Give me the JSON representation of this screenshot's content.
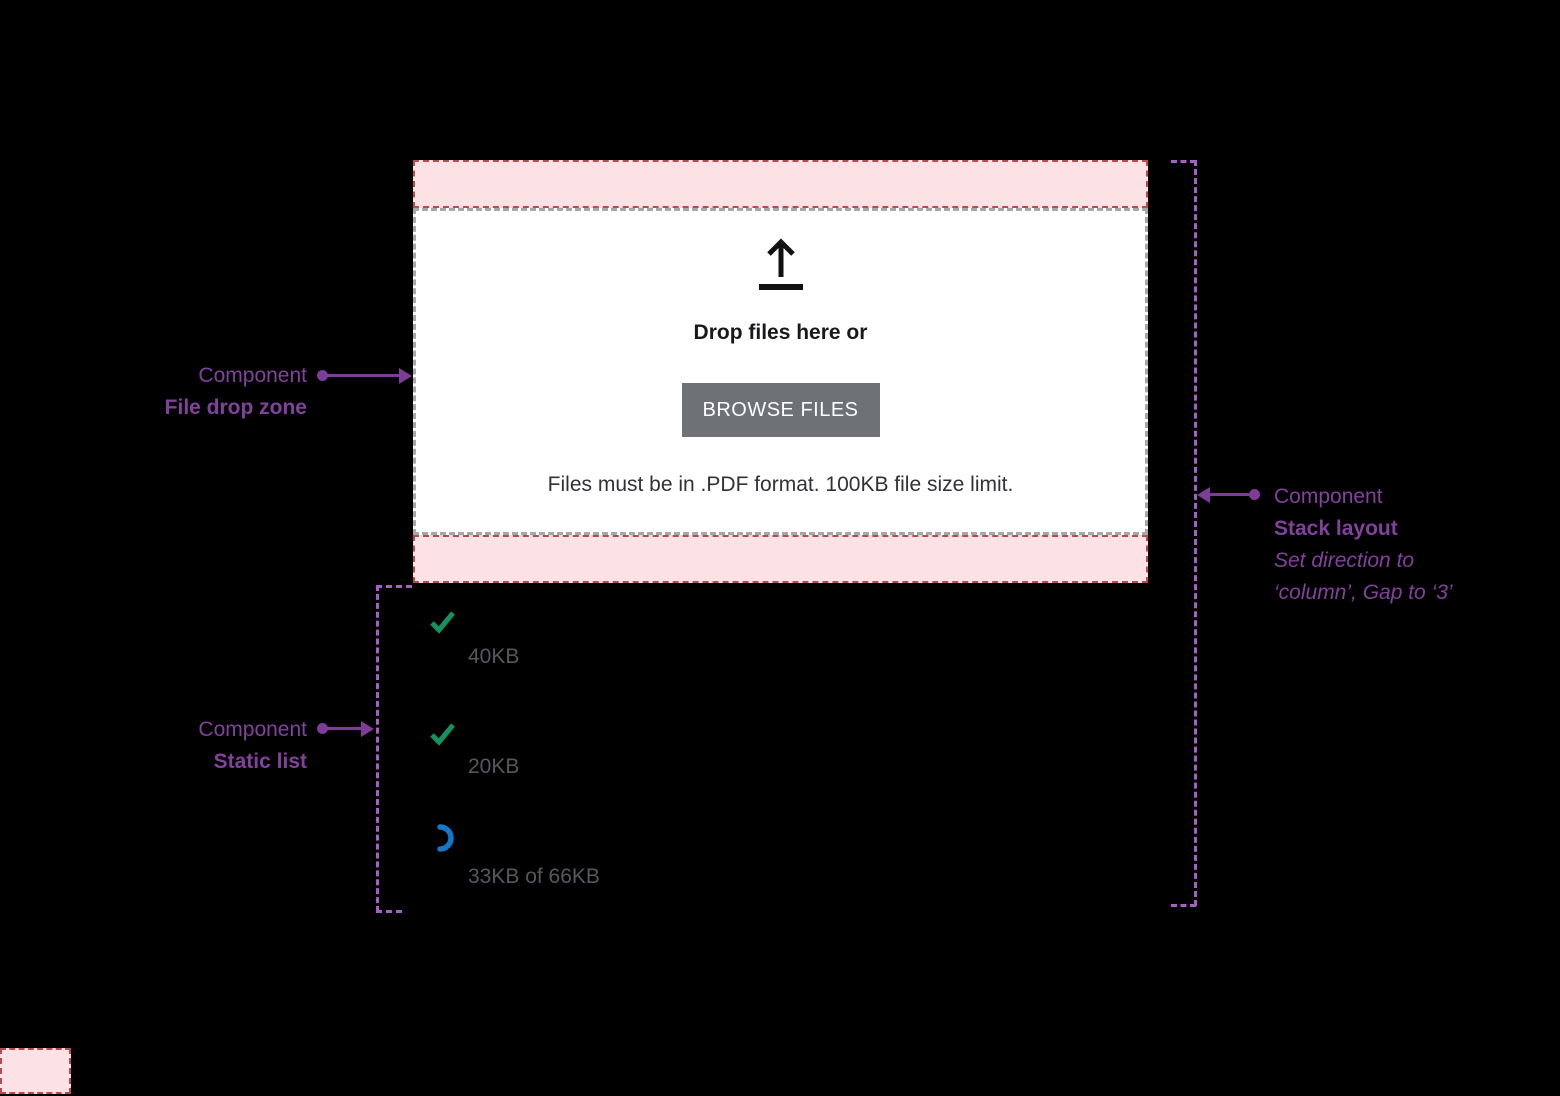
{
  "annotations": {
    "left_top": {
      "eyebrow": "Component",
      "title": "File drop zone"
    },
    "left_bottom": {
      "eyebrow": "Component",
      "title": "Static list"
    },
    "right": {
      "eyebrow": "Component",
      "title": "Stack layout",
      "note_line1": "Set direction to",
      "note_line2": "‘column’, Gap to ‘3’"
    }
  },
  "dropzone": {
    "title": "Drop files here or",
    "button_label": "BROWSE FILES",
    "note": "Files must be in .PDF format. 100KB file size limit."
  },
  "file_list": {
    "items": [
      {
        "status": "complete",
        "icon": "check-icon",
        "size_label": "40KB"
      },
      {
        "status": "complete",
        "icon": "check-icon",
        "size_label": "20KB"
      },
      {
        "status": "uploading",
        "icon": "spinner-icon",
        "size_label": "33KB of 66KB"
      }
    ]
  },
  "colors": {
    "background": "#000000",
    "annotation_purple": "#82419c",
    "guide_purple": "#a55fc5",
    "arrow_purple": "#7d3c98",
    "pink_fill": "#fce2e5",
    "pink_border": "#bb4a4f",
    "gray_dash_border": "#a7a7a7",
    "button_gray": "#6e7277",
    "success_green": "#12935f",
    "progress_blue": "#1478c8",
    "list_text_gray": "#55585e",
    "dark_text": "#17191d"
  }
}
